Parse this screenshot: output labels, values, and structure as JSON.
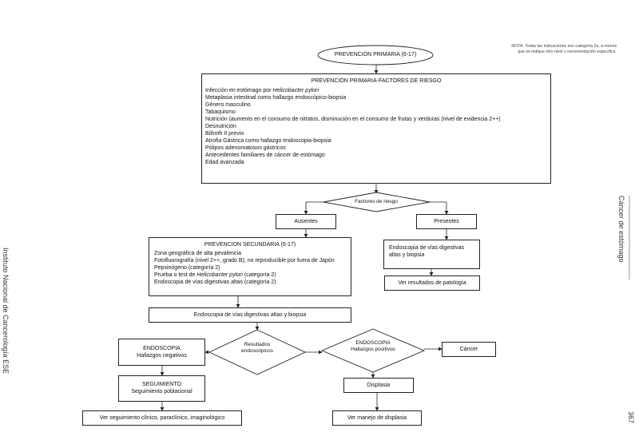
{
  "note": {
    "line1": "NOTA: Todas las indicaciones son categoría 2a, a menos",
    "line2": "que se indique otro nivel o recomendación específico."
  },
  "start": "PREVENCIÓN PRIMARIA (6-17)",
  "primary_factors": {
    "title": "PREVENCIÓN PRIMARIA-FACTORES DE RIESGO",
    "infection_prefix": "Infección en estómago por ",
    "infection_organism": "Helicobacter pylori",
    "items": [
      "Metaplasia intestinal como hallazgo endoscópico-biopsia",
      "Género masculino",
      "Tabaquismo",
      "Nutrición (aumento en el consumo de nitratos, disminución en el consumo de frutas y verduras (nivel de evidencia 2++)",
      "Desnutrición",
      "Billroth II previo",
      "Atrofia Gástrica como hallazgo endoscopia-biopsia",
      "Pólipos adenomatosos gástricos",
      "Antecedentes familiares de cáncer de estómago",
      "Edad avanzada"
    ]
  },
  "decision_risk": "Factores de riesgo",
  "absent": "Ausentes",
  "present": "Presentes",
  "secondary": {
    "title": "PREVENCION SECUNDARIA (6-17)",
    "line1": "Zona geográfica de alta pevalencia",
    "line2": "Fotofluorografía (nivel 2++, grado B); no reproducible por fuera de Japón",
    "line3": "Pepsinógeno (categoría 2)",
    "line4_prefix": "Prueba o test de ",
    "line4_organism": "Helicobacter pylori",
    "line4_suffix": " (categoría 2)",
    "line5": "Endoscopia de vías digestivas altas (categoría 2)"
  },
  "present_endoscopy": {
    "line1": "Endoscopia de vías digestivas",
    "line2": "altas y biopsia"
  },
  "pathology": "Ver resultados de patología",
  "endoscopy_biopsy": "Endoscopia de vías digestivas altas y biopsia",
  "results_decision": {
    "line1": "Resultados",
    "line2": "endoscópicos"
  },
  "negative": {
    "line1": "ENDOSCOPIA",
    "line2": "Hallazgos  negativos"
  },
  "positive": {
    "line1": "ENDOSCOPIA",
    "line2": "Hallazgos positivos"
  },
  "cancer": "Cáncer",
  "followup": {
    "line1": "SEGUIMIENTO",
    "line2": "Seguimiento poblacional"
  },
  "dysplasia": "Displasia",
  "see_followup": "Ver seguimiento clínico, paraclínico, imaginológico",
  "see_dysplasia": "Ver manejo de displasia",
  "side_right": "Cáncer de estómago",
  "side_left": "Instituto Nacional de Cancerología ESE",
  "page_number": "367"
}
